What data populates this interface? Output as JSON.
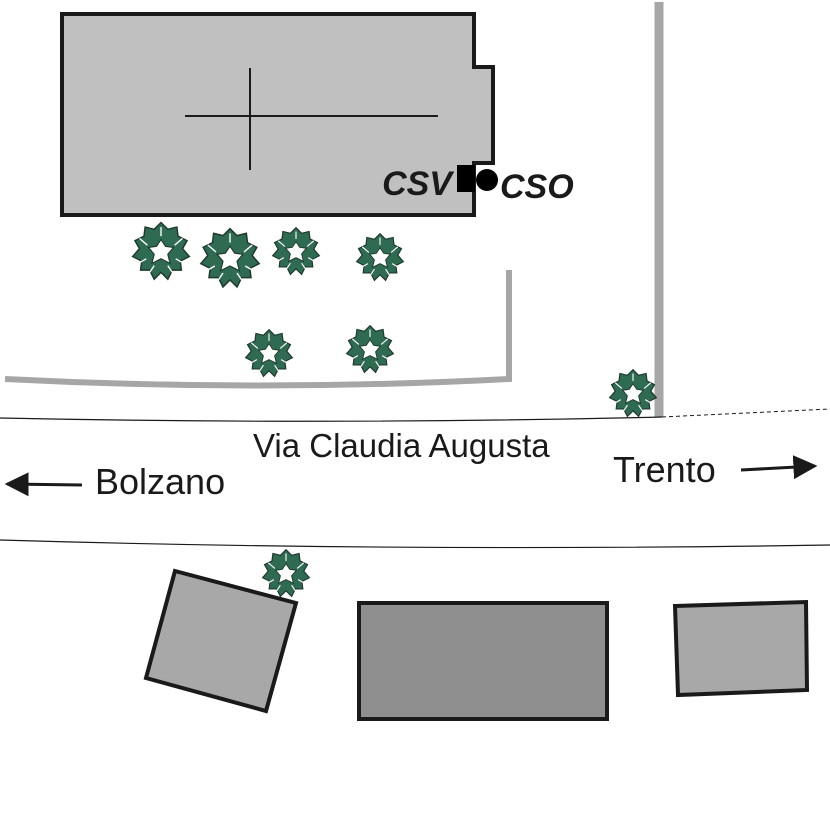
{
  "labels": {
    "station_left": "CSV",
    "station_right": "CSO",
    "street": "Via Claudia Augusta",
    "west_destination": "Bolzano",
    "east_destination": "Trento"
  },
  "icons": {
    "tree": "shrub-icon",
    "west_arrow": "arrow-left-icon",
    "east_arrow": "arrow-right-icon",
    "station_square": "square-marker-icon",
    "station_circle": "circle-marker-icon"
  },
  "colors": {
    "building_light": "#c0c0c0",
    "building_mid": "#a8a8a8",
    "building_dark": "#8f8f8f",
    "wall": "#a6a6a6",
    "tree_fill": "#2f6b52",
    "tree_edge": "#1f3a2c",
    "outline": "#1a1a1a"
  }
}
